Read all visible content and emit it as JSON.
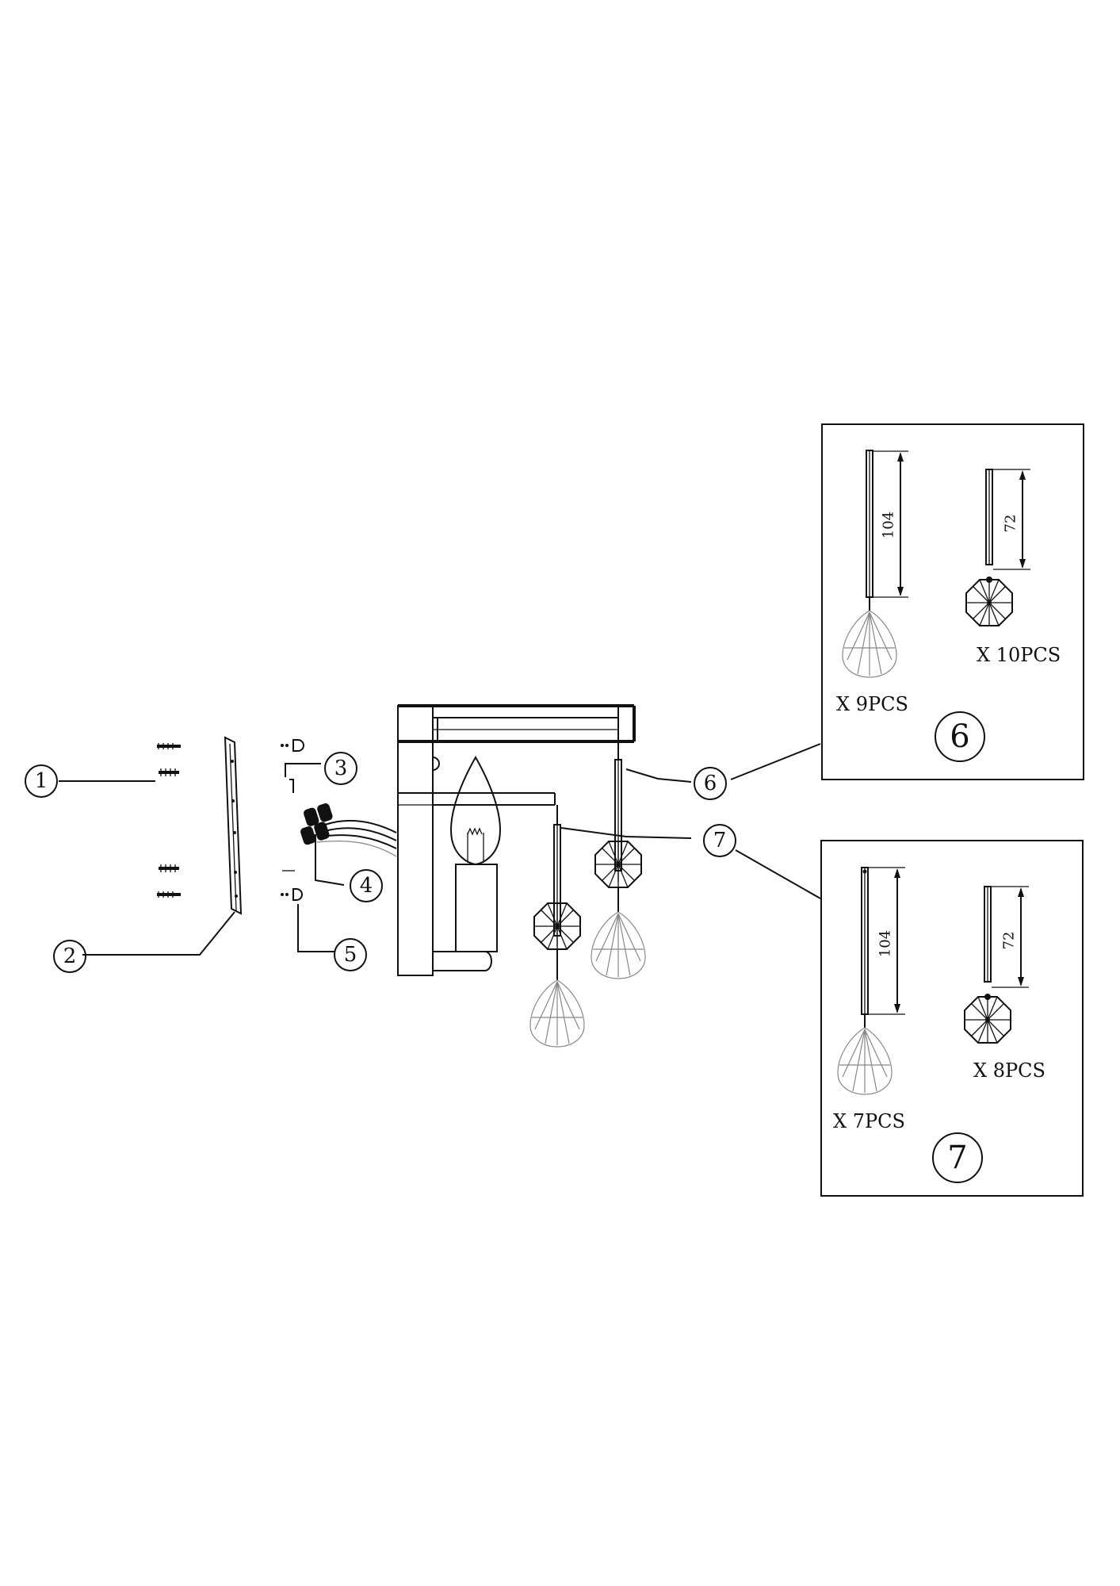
{
  "callouts": [
    {
      "id": "1",
      "label": "1"
    },
    {
      "id": "2",
      "label": "2"
    },
    {
      "id": "3",
      "label": "3"
    },
    {
      "id": "4",
      "label": "4"
    },
    {
      "id": "5",
      "label": "5"
    },
    {
      "id": "6",
      "label": "6"
    },
    {
      "id": "7",
      "label": "7"
    }
  ],
  "detail_6": {
    "label": "6",
    "rod_length": "104",
    "bead_length": "72",
    "teardrop_qty": "X  9PCS",
    "octagon_qty": "X  10PCS"
  },
  "detail_7": {
    "label": "7",
    "rod_length": "104",
    "bead_length": "72",
    "teardrop_qty": "X  7PCS",
    "octagon_qty": "X  8PCS"
  }
}
